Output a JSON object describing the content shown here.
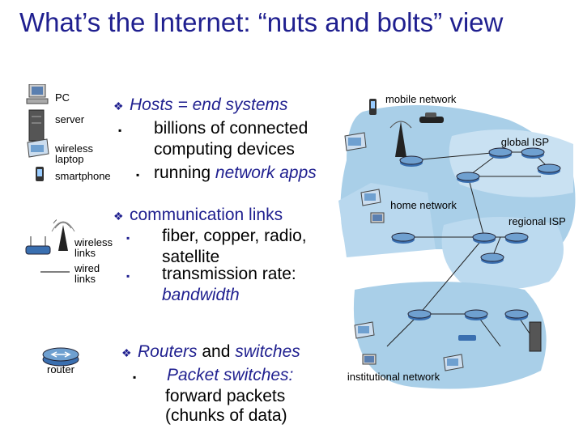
{
  "title": "What’s the Internet: “nuts and bolts” view",
  "legend": {
    "pc": "PC",
    "server": "server",
    "wireless_laptop": "wireless laptop",
    "smartphone": "smartphone",
    "wireless_links": "wireless links",
    "wired_links": "wired links",
    "router": "router"
  },
  "bullets": {
    "hosts_head": "Hosts",
    "hosts_rest": " = end systems",
    "billions": "billions of connected computing devices",
    "running": "running ",
    "network_apps": "network apps",
    "comm_head": "communication links",
    "fiber": "fiber, copper, radio, satellite",
    "rate": "transmission rate: ",
    "bandwidth": "bandwidth",
    "routers_head": "Routers",
    "and": " and ",
    "switches": "switches",
    "packet_switches": "Packet switches:",
    "forward": " forward packets (chunks of data)"
  },
  "network_labels": {
    "mobile": "mobile network",
    "global_isp": "global ISP",
    "home": "home network",
    "regional_isp": "regional ISP",
    "institutional": "institutional network"
  },
  "colors": {
    "title": "#1f1f8f",
    "cloud": "#a9cfe8",
    "router": "#3a6fb0"
  }
}
